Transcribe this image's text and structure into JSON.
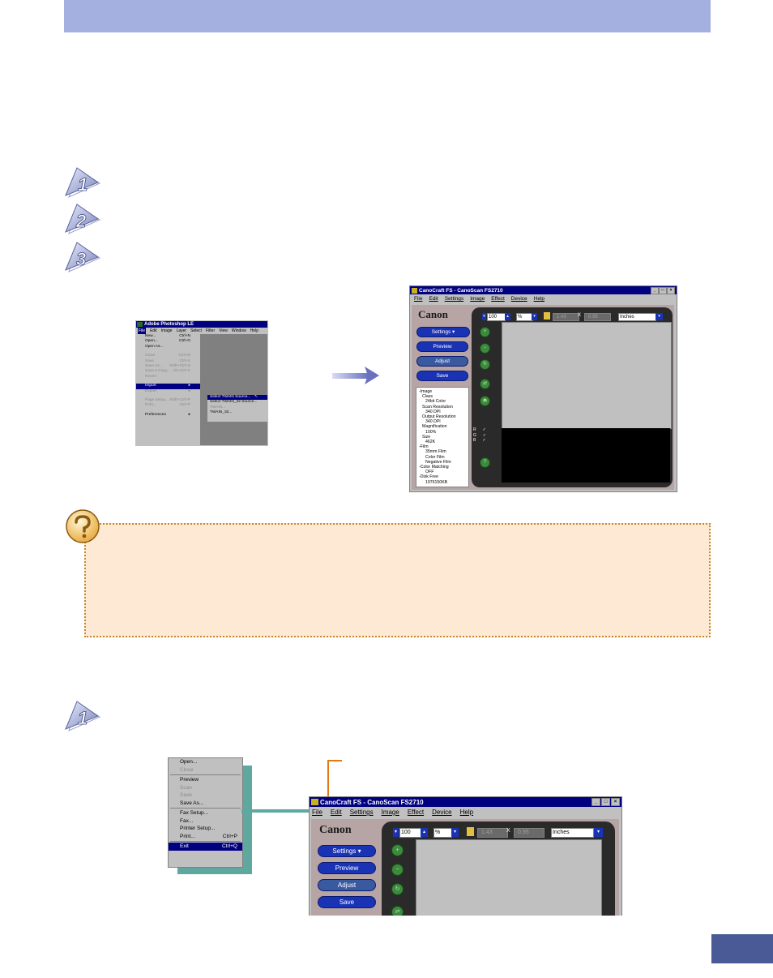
{
  "photoshop": {
    "title": "Adobe Photoshop LE",
    "menubar": [
      "File",
      "Edit",
      "Image",
      "Layer",
      "Select",
      "Filter",
      "View",
      "Window",
      "Help"
    ],
    "file_menu": [
      {
        "label": "New...",
        "shortcut": "Ctrl+N",
        "state": "normal"
      },
      {
        "label": "Open...",
        "shortcut": "Ctrl+O",
        "state": "normal"
      },
      {
        "label": "Open As...",
        "shortcut": "",
        "state": "normal"
      },
      {
        "label": "Close",
        "shortcut": "Ctrl+W",
        "state": "disabled"
      },
      {
        "label": "Save",
        "shortcut": "Ctrl+S",
        "state": "disabled"
      },
      {
        "label": "Save As...",
        "shortcut": "Shift+Ctrl+S",
        "state": "disabled"
      },
      {
        "label": "Save a Copy...",
        "shortcut": "Alt+Ctrl+S",
        "state": "disabled"
      },
      {
        "label": "Revert",
        "shortcut": "",
        "state": "disabled"
      },
      {
        "label": "Import",
        "shortcut": "▸",
        "state": "highlighted"
      },
      {
        "label": "Export",
        "shortcut": "▸",
        "state": "disabled"
      },
      {
        "label": "Page Setup...",
        "shortcut": "Shift+Ctrl+P",
        "state": "disabled"
      },
      {
        "label": "Print...",
        "shortcut": "Ctrl+P",
        "state": "disabled"
      },
      {
        "label": "Preferences",
        "shortcut": "▸",
        "state": "normal"
      }
    ],
    "import_submenu": [
      {
        "label": "Select TWAIN Source...",
        "state": "highlighted"
      },
      {
        "label": "Select TWAIN_32 Source...",
        "state": "normal"
      },
      {
        "label": "TWAIN...",
        "state": "disabled"
      },
      {
        "label": "TWAIN_32...",
        "state": "normal"
      }
    ]
  },
  "canocraft_top": {
    "title": "CanoCraft FS - CanoScan FS2710",
    "menubar": [
      "File",
      "Edit",
      "Settings",
      "Image",
      "Effect",
      "Device",
      "Help"
    ],
    "logo": "Canon",
    "buttons": {
      "settings": "Settings",
      "preview": "Preview",
      "adjust": "Adjust",
      "save": "Save"
    },
    "toolbar": {
      "zoom": "100",
      "unit_pct": "%",
      "width": "1.43",
      "times": "X",
      "height": "0.95",
      "units": "Inches"
    },
    "info_lines": [
      "-Image",
      "Class",
      "24bit Color",
      "Scan Resolution",
      "340 DPI",
      "Output Resolution",
      "340 DPI",
      "Magnification",
      "100%",
      "Size",
      "462K",
      "-Film",
      "35mm Film",
      "Color Film",
      "Negative Film",
      "-Color Matching",
      "OFF",
      "-Disk Free",
      "1976150KB"
    ],
    "rgb": [
      {
        "ch": "R",
        "mark": "✓"
      },
      {
        "ch": "G",
        "mark": "✓"
      },
      {
        "ch": "B",
        "mark": "✓"
      }
    ]
  },
  "exit_menu": {
    "items": [
      {
        "label": "Open...",
        "shortcut": "",
        "state": "normal"
      },
      {
        "label": "Close",
        "shortcut": "",
        "state": "disabled"
      },
      {
        "label": "sep"
      },
      {
        "label": "Preview",
        "shortcut": "",
        "state": "normal"
      },
      {
        "label": "Scan",
        "shortcut": "",
        "state": "disabled"
      },
      {
        "label": "Save",
        "shortcut": "",
        "state": "disabled"
      },
      {
        "label": "Save As...",
        "shortcut": "",
        "state": "normal"
      },
      {
        "label": "sep"
      },
      {
        "label": "Fax Setup...",
        "shortcut": "",
        "state": "normal"
      },
      {
        "label": "Fax...",
        "shortcut": "",
        "state": "normal"
      },
      {
        "label": "Printer Setup...",
        "shortcut": "",
        "state": "normal"
      },
      {
        "label": "Print...",
        "shortcut": "Ctrl+P",
        "state": "normal"
      },
      {
        "label": "sep"
      },
      {
        "label": "Exit",
        "shortcut": "Ctrl+Q",
        "state": "highlighted"
      }
    ]
  },
  "canocraft_bottom": {
    "title": "CanoCraft FS - CanoScan FS2710",
    "menubar": [
      "File",
      "Edit",
      "Settings",
      "Image",
      "Effect",
      "Device",
      "Help"
    ],
    "logo": "Canon",
    "buttons": {
      "settings": "Settings",
      "preview": "Preview",
      "adjust": "Adjust",
      "save": "Save"
    },
    "toolbar": {
      "zoom": "100",
      "unit_pct": "%",
      "width": "1.43",
      "times": "X",
      "height": "0.95",
      "units": "Inches"
    }
  },
  "colors": {
    "header": "#a3b0e0",
    "footer": "#4a5a96",
    "tip_bg": "#fde9d4",
    "tip_border": "#c6882e",
    "accent_arrow": "#7a82c8",
    "callout": "#e07a18",
    "teal": "#5ea8a0"
  }
}
